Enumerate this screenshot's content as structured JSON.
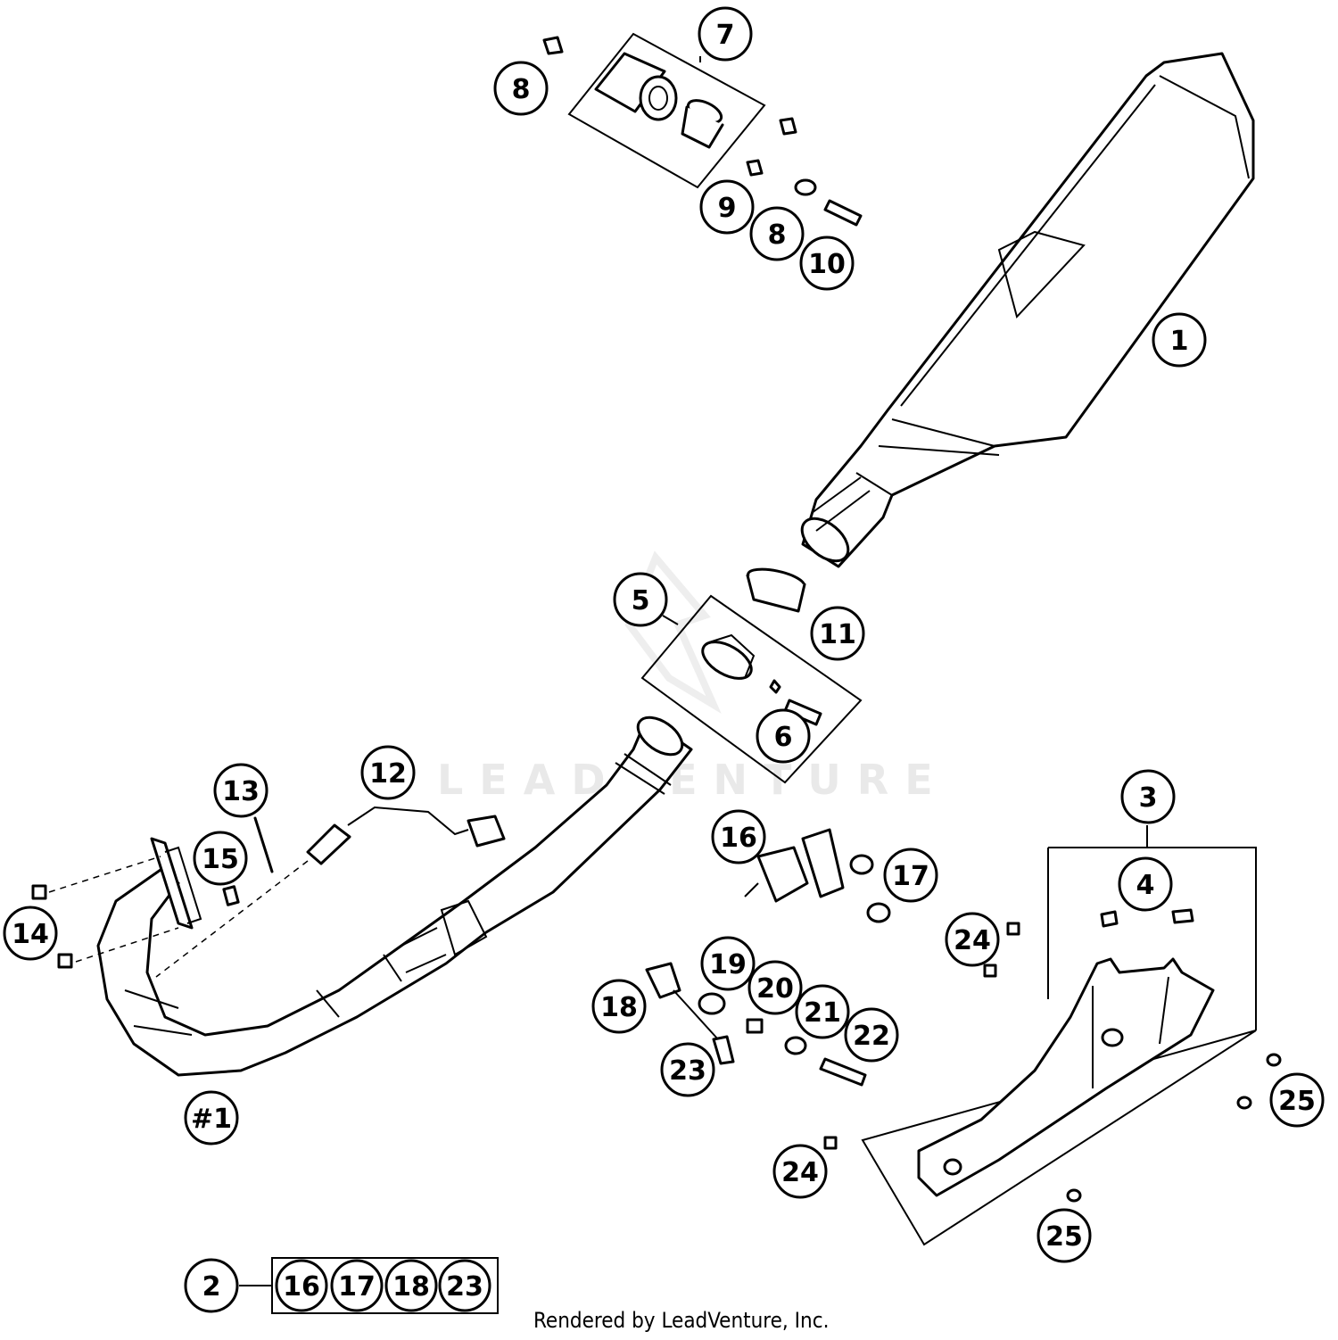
{
  "watermark": {
    "text": "LEADVENTURE"
  },
  "credit": {
    "text": "Rendered by LeadVenture, Inc."
  },
  "callouts": [
    {
      "id": "c1",
      "label": "1"
    },
    {
      "id": "c2",
      "label": "2"
    },
    {
      "id": "c3",
      "label": "3"
    },
    {
      "id": "c4",
      "label": "4"
    },
    {
      "id": "c5",
      "label": "5"
    },
    {
      "id": "c6",
      "label": "6"
    },
    {
      "id": "c7",
      "label": "7"
    },
    {
      "id": "c8a",
      "label": "8"
    },
    {
      "id": "c8b",
      "label": "8"
    },
    {
      "id": "c9",
      "label": "9"
    },
    {
      "id": "c10",
      "label": "10"
    },
    {
      "id": "c11",
      "label": "11"
    },
    {
      "id": "c12",
      "label": "12"
    },
    {
      "id": "c13",
      "label": "13"
    },
    {
      "id": "c14",
      "label": "14"
    },
    {
      "id": "c15",
      "label": "15"
    },
    {
      "id": "c16",
      "label": "16"
    },
    {
      "id": "c17",
      "label": "17"
    },
    {
      "id": "c18",
      "label": "18"
    },
    {
      "id": "c19",
      "label": "19"
    },
    {
      "id": "c20",
      "label": "20"
    },
    {
      "id": "c21",
      "label": "21"
    },
    {
      "id": "c22",
      "label": "22"
    },
    {
      "id": "c23",
      "label": "23"
    },
    {
      "id": "c24a",
      "label": "24"
    },
    {
      "id": "c24b",
      "label": "24"
    },
    {
      "id": "c25a",
      "label": "25"
    },
    {
      "id": "c25b",
      "label": "25"
    },
    {
      "id": "chash1",
      "label": "#1"
    }
  ],
  "kit": {
    "label": "2",
    "contents": [
      "16",
      "17",
      "18",
      "23"
    ]
  }
}
